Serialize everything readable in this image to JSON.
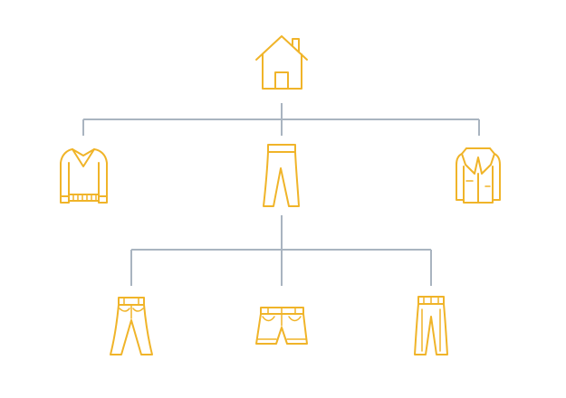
{
  "diagram": {
    "colors": {
      "icon": "#F0B429",
      "connector": "#A9B4C0",
      "background": "#FFFFFF"
    },
    "nodes": [
      {
        "id": "home",
        "icon": "house-icon"
      },
      {
        "id": "tops",
        "icon": "sweater-icon"
      },
      {
        "id": "bottoms",
        "icon": "pants-icon"
      },
      {
        "id": "outerwear",
        "icon": "blazer-icon"
      },
      {
        "id": "jeans",
        "icon": "jeans-icon"
      },
      {
        "id": "shorts",
        "icon": "shorts-icon"
      },
      {
        "id": "trousers",
        "icon": "trousers-icon"
      }
    ],
    "edges": [
      {
        "from": "home",
        "to": "tops"
      },
      {
        "from": "home",
        "to": "bottoms"
      },
      {
        "from": "home",
        "to": "outerwear"
      },
      {
        "from": "bottoms",
        "to": "jeans"
      },
      {
        "from": "bottoms",
        "to": "shorts"
      },
      {
        "from": "bottoms",
        "to": "trousers"
      }
    ]
  }
}
